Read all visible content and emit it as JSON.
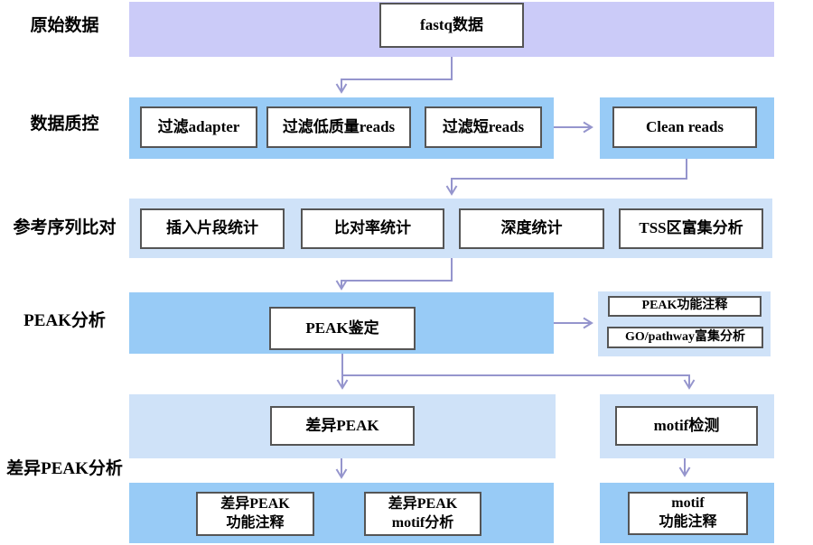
{
  "stage_labels": {
    "raw_data": "原始数据",
    "qc": "数据质控",
    "alignment": "参考序列比对",
    "peak": "PEAK分析",
    "diff_peak": "差异PEAK分析"
  },
  "nodes": {
    "fastq": "fastq数据",
    "filter_adapter": "过滤adapter",
    "filter_low_quality": "过滤低质量reads",
    "filter_short": "过滤短reads",
    "clean_reads": "Clean reads",
    "insert_size_stats": "插入片段统计",
    "mapping_rate_stats": "比对率统计",
    "depth_stats": "深度统计",
    "tss_enrichment": "TSS区富集分析",
    "peak_calling": "PEAK鉴定",
    "peak_annotation": "PEAK功能注释",
    "go_pathway_enrichment": "GO/pathway富集分析",
    "diff_peak": "差异PEAK",
    "motif_detection": "motif检测",
    "diff_peak_annotation": "差异PEAK\n功能注释",
    "diff_peak_motif": "差异PEAK\nmotif分析",
    "motif_annotation": "motif\n功能注释"
  },
  "colors": {
    "band_purple": "#cbcbf8",
    "band_blue": "#98cbf6",
    "band_pale_blue": "#cfe2f8",
    "arrow": "#9595cd",
    "box_border": "#555555",
    "box_background": "#ffffff",
    "text": "#000000"
  }
}
